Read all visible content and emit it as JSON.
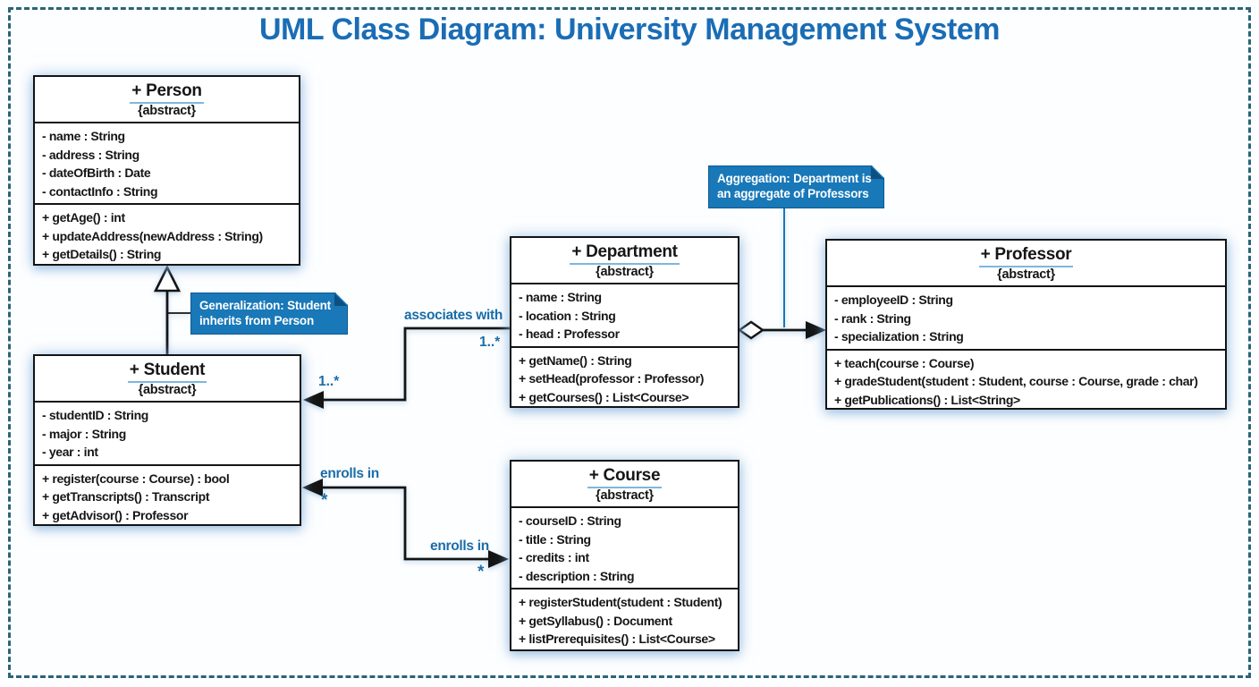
{
  "title": "UML Class Diagram: University Management System",
  "colors": {
    "accent_blue": "#1a6db5",
    "note_fill": "#1878b8",
    "note_fold": "#0d4f83",
    "frame_dash": "#2c6377",
    "line_black": "#141414"
  },
  "classes": {
    "person": {
      "name": "+ Person",
      "stereotype": "{abstract}",
      "attributes": [
        "- name : String",
        "- address : String",
        "- dateOfBirth : Date",
        "- contactInfo : String"
      ],
      "methods": [
        "+ getAge() : int",
        "+ updateAddress(newAddress : String)",
        "+ getDetails() : String"
      ]
    },
    "student": {
      "name": "+ Student",
      "stereotype": "{abstract}",
      "attributes": [
        "- studentID : String",
        "- major : String",
        "- year : int"
      ],
      "methods": [
        "+ register(course : Course) : bool",
        "+ getTranscripts() : Transcript",
        "+ getAdvisor() : Professor"
      ]
    },
    "department": {
      "name": "+ Department",
      "stereotype": "{abstract}",
      "attributes": [
        "- name : String",
        "- location : String",
        "- head : Professor"
      ],
      "methods": [
        "+ getName() : String",
        "+ setHead(professor : Professor)",
        "+ getCourses() : List<Course>"
      ]
    },
    "professor": {
      "name": "+ Professor",
      "stereotype": "{abstract}",
      "attributes": [
        "- employeeID : String",
        "- rank : String",
        "- specialization : String"
      ],
      "methods": [
        "+ teach(course : Course)",
        "+ gradeStudent(student : Student, course : Course, grade : char)",
        "+ getPublications() : List<String>"
      ]
    },
    "course": {
      "name": "+ Course",
      "stereotype": "{abstract}",
      "attributes": [
        "- courseID : String",
        "- title : String",
        "- credits : int",
        "- description : String"
      ],
      "methods": [
        "+ registerStudent(student : Student)",
        "+ getSyllabus() : Document",
        "+ listPrerequisites() : List<Course>"
      ]
    }
  },
  "notes": {
    "generalization": "Generalization: Student inherits from Person",
    "aggregation": "Aggregation: Department is an aggregate of Professors"
  },
  "labels": {
    "associates_with": "associates with",
    "mult_department": "1..*",
    "mult_student": "1..*",
    "enrolls_in_student": "enrolls in",
    "enrolls_in_course": "enrolls in",
    "star_student": "*",
    "star_course": "*"
  }
}
